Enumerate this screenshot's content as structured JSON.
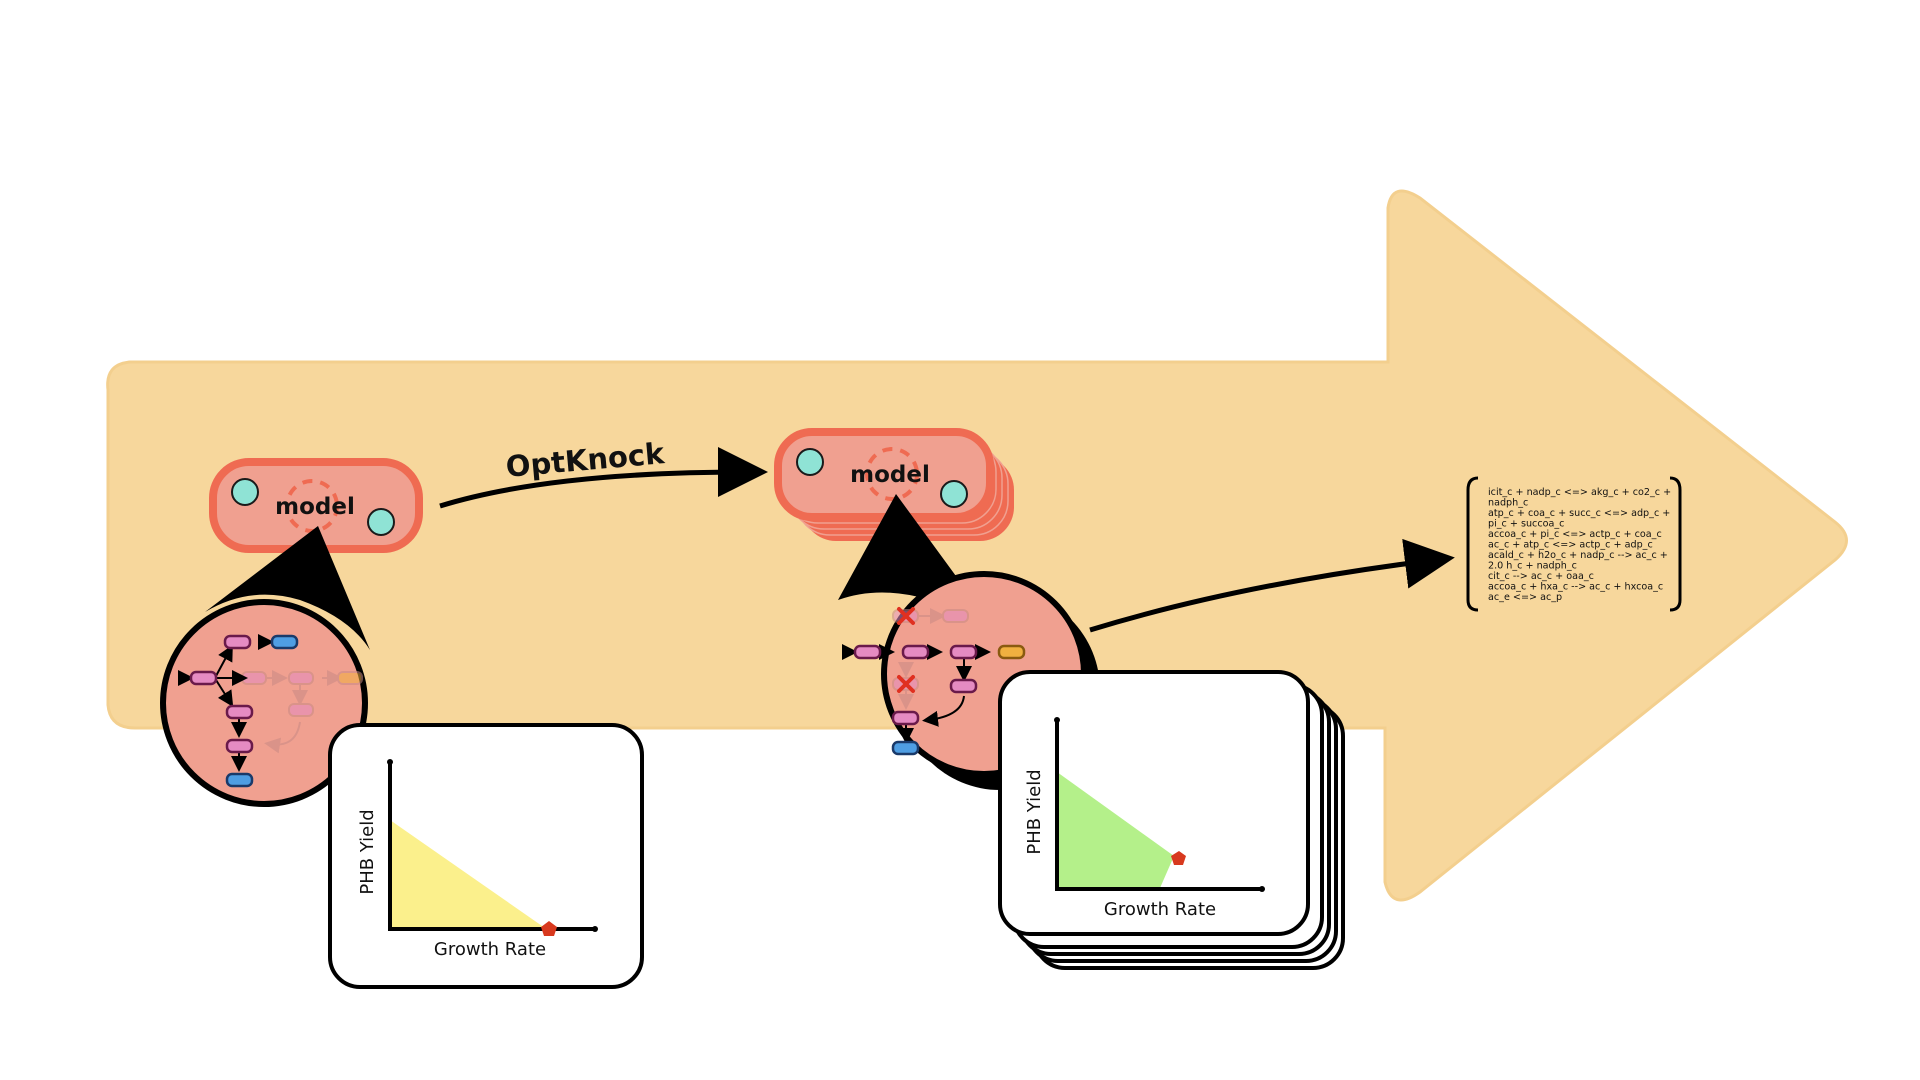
{
  "diagram": {
    "title": "",
    "step_label": "OptKnock",
    "model_label": "model",
    "wildtype_plot": {
      "x_label": "Growth Rate",
      "y_label": "PHB Yield",
      "region_color": "#fbf08c",
      "optimum_marker_color": "#d8391e"
    },
    "optimized_plot": {
      "x_label": "Growth Rate",
      "y_label": "PHB Yield",
      "region_color": "#b4f08a",
      "optimum_marker_color": "#d8391e"
    },
    "colors": {
      "arrow_background": "#f7d79c",
      "cell_fill": "#f0a090",
      "cell_border": "#ef6b52",
      "metabolite_node": "#e58bc2",
      "product_node": "#4f9ee3",
      "target_node": "#f0b040",
      "knockout_mark": "#e03020",
      "membrane_protein": "#8fe3d5"
    },
    "knockout_reactions": [
      "icit_c + nadp_c <=> akg_c + co2_c +",
      "nadph_c",
      "atp_c + coa_c + succ_c <=> adp_c +",
      "pi_c + succoa_c",
      "accoa_c + pi_c <=> actp_c + coa_c",
      "ac_c + atp_c <=> actp_c + adp_c",
      "acald_c + h2o_c + nadp_c --> ac_c +",
      "2.0 h_c + nadph_c",
      "cit_c --> ac_c + oaa_c",
      "accoa_c + hxa_c --> ac_c + hxcoa_c",
      "ac_e <=> ac_p"
    ]
  }
}
